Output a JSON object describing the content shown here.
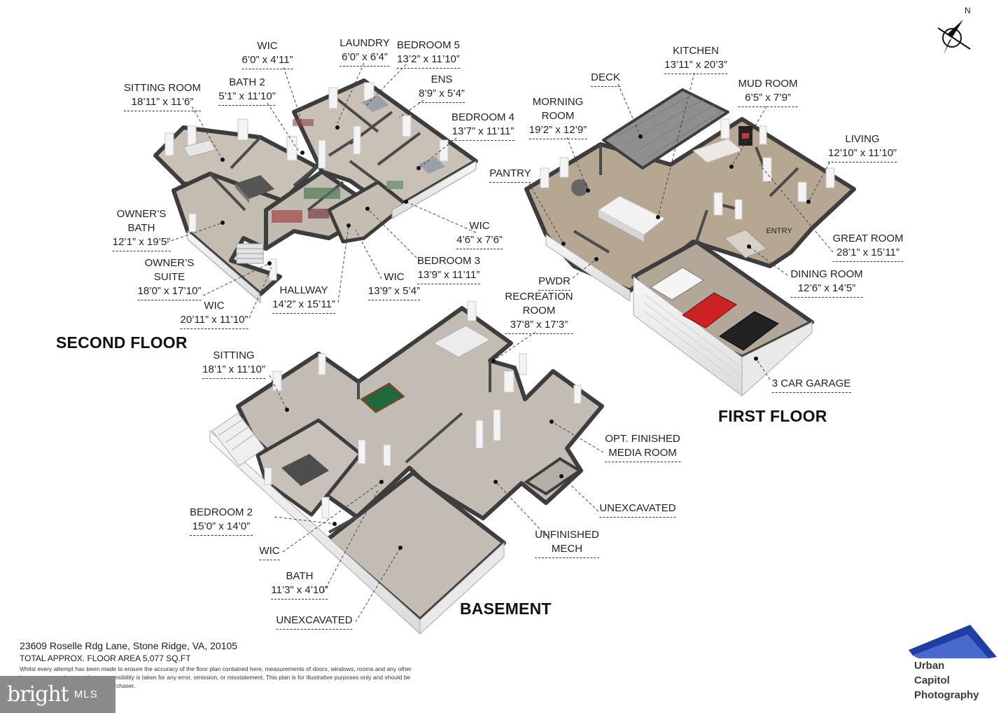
{
  "compass": {
    "north_label": "N"
  },
  "floors": {
    "second": "SECOND FLOOR",
    "first": "FIRST FLOOR",
    "basement": "BASEMENT"
  },
  "rooms": [
    {
      "id": "wic-a",
      "name": "WIC",
      "dim": "6’0” x 4’11”"
    },
    {
      "id": "laundry",
      "name": "LAUNDRY",
      "dim": "6’0” x 6’4”"
    },
    {
      "id": "bedroom5",
      "name": "BEDROOM 5",
      "dim": "13’2” x 11’10”"
    },
    {
      "id": "ens",
      "name": "ENS",
      "dim": "8’9” x 5’4”"
    },
    {
      "id": "sitting-room",
      "name": "SITTING ROOM",
      "dim": "18’11” x 11’6”"
    },
    {
      "id": "bath2",
      "name": "BATH 2",
      "dim": "5’1” x 11’10”"
    },
    {
      "id": "bedroom4",
      "name": "BEDROOM 4",
      "dim": "13’7” x 11’11”"
    },
    {
      "id": "owners-bath",
      "name": "OWNER’S",
      "name2": "BATH",
      "dim": "12’1” x 19’5”"
    },
    {
      "id": "owners-suite",
      "name": "OWNER’S",
      "name2": "SUITE",
      "dim": "18’0” x 17’10”"
    },
    {
      "id": "wic-b",
      "name": "WIC",
      "dim": "4’6” x 7’6”"
    },
    {
      "id": "bedroom3",
      "name": "BEDROOM 3",
      "dim": "13’9” x 11’11”"
    },
    {
      "id": "wic-c",
      "name": "WIC",
      "dim": "13’9” x 5’4”"
    },
    {
      "id": "hallway",
      "name": "HALLWAY",
      "dim": "14’2” x 15’11”"
    },
    {
      "id": "wic-d",
      "name": "WIC",
      "dim": "20’11” x 11’10”"
    },
    {
      "id": "kitchen",
      "name": "KITCHEN",
      "dim": "13’11” x 20’3”"
    },
    {
      "id": "deck",
      "name": "DECK",
      "dim": ""
    },
    {
      "id": "mud-room",
      "name": "MUD ROOM",
      "dim": "6’5” x 7’9”"
    },
    {
      "id": "morning-room",
      "name": "MORNING",
      "name2": "ROOM",
      "dim": "19’2” x 12’9”"
    },
    {
      "id": "living",
      "name": "LIVING",
      "dim": "12’10” x 11’10”"
    },
    {
      "id": "pantry",
      "name": "PANTRY",
      "dim": ""
    },
    {
      "id": "great-room",
      "name": "GREAT ROOM",
      "dim": "28’1” x 15’11”"
    },
    {
      "id": "dining-room",
      "name": "DINING ROOM",
      "dim": "12’6” x 14’5”"
    },
    {
      "id": "pwdr",
      "name": "PWDR",
      "dim": ""
    },
    {
      "id": "recreation",
      "name": "RECREATION",
      "name2": "ROOM",
      "dim": "37’8” x 17’3”"
    },
    {
      "id": "garage",
      "name": "3 CAR GARAGE",
      "dim": ""
    },
    {
      "id": "sitting",
      "name": "SITTING",
      "dim": "18’1” x 11’10”"
    },
    {
      "id": "media",
      "name": "OPT. FINISHED",
      "name2": "MEDIA ROOM",
      "dim": ""
    },
    {
      "id": "unexcavated-a",
      "name": "UNEXCAVATED",
      "dim": ""
    },
    {
      "id": "bedroom2",
      "name": "BEDROOM 2",
      "dim": "15’0” x 14’0”"
    },
    {
      "id": "mech",
      "name": "UNFINISHED",
      "name2": "MECH",
      "dim": ""
    },
    {
      "id": "wic-e",
      "name": "WIC",
      "dim": ""
    },
    {
      "id": "bath",
      "name": "BATH",
      "dim": "11’3” x 4’10”"
    },
    {
      "id": "unexcavated-b",
      "name": "UNEXCAVATED",
      "dim": ""
    }
  ],
  "inline_labels": {
    "entry": "ENTRY"
  },
  "footer": {
    "address": "23609 Roselle Rdg Lane, Stone Ridge, VA, 20105",
    "total_area": "TOTAL APPROX. FLOOR AREA 5,077 SQ.FT",
    "disclaimer": "Whilst every attempt has been made to ensure the accuracy of the floor plan contained here, measurements of doors, windows, rooms and any other items are approximate and no responsibility is taken for any error, omission, or misstatement. This plan is for illustrative purposes only and should be used as such by any prospective purchaser."
  },
  "watermark": {
    "brand": "bright",
    "suffix": "MLS"
  },
  "logo": {
    "line1": "Urban",
    "line2": "Capitol",
    "line3": "Photography",
    "color": "#1f3fa8"
  },
  "colors": {
    "floor": "#c9c1b5",
    "wall_top": "#5a5a5a",
    "wall_side": "#f3f3f3",
    "garage_floor": "#b7ada0",
    "deck": "#8c8c8c"
  }
}
